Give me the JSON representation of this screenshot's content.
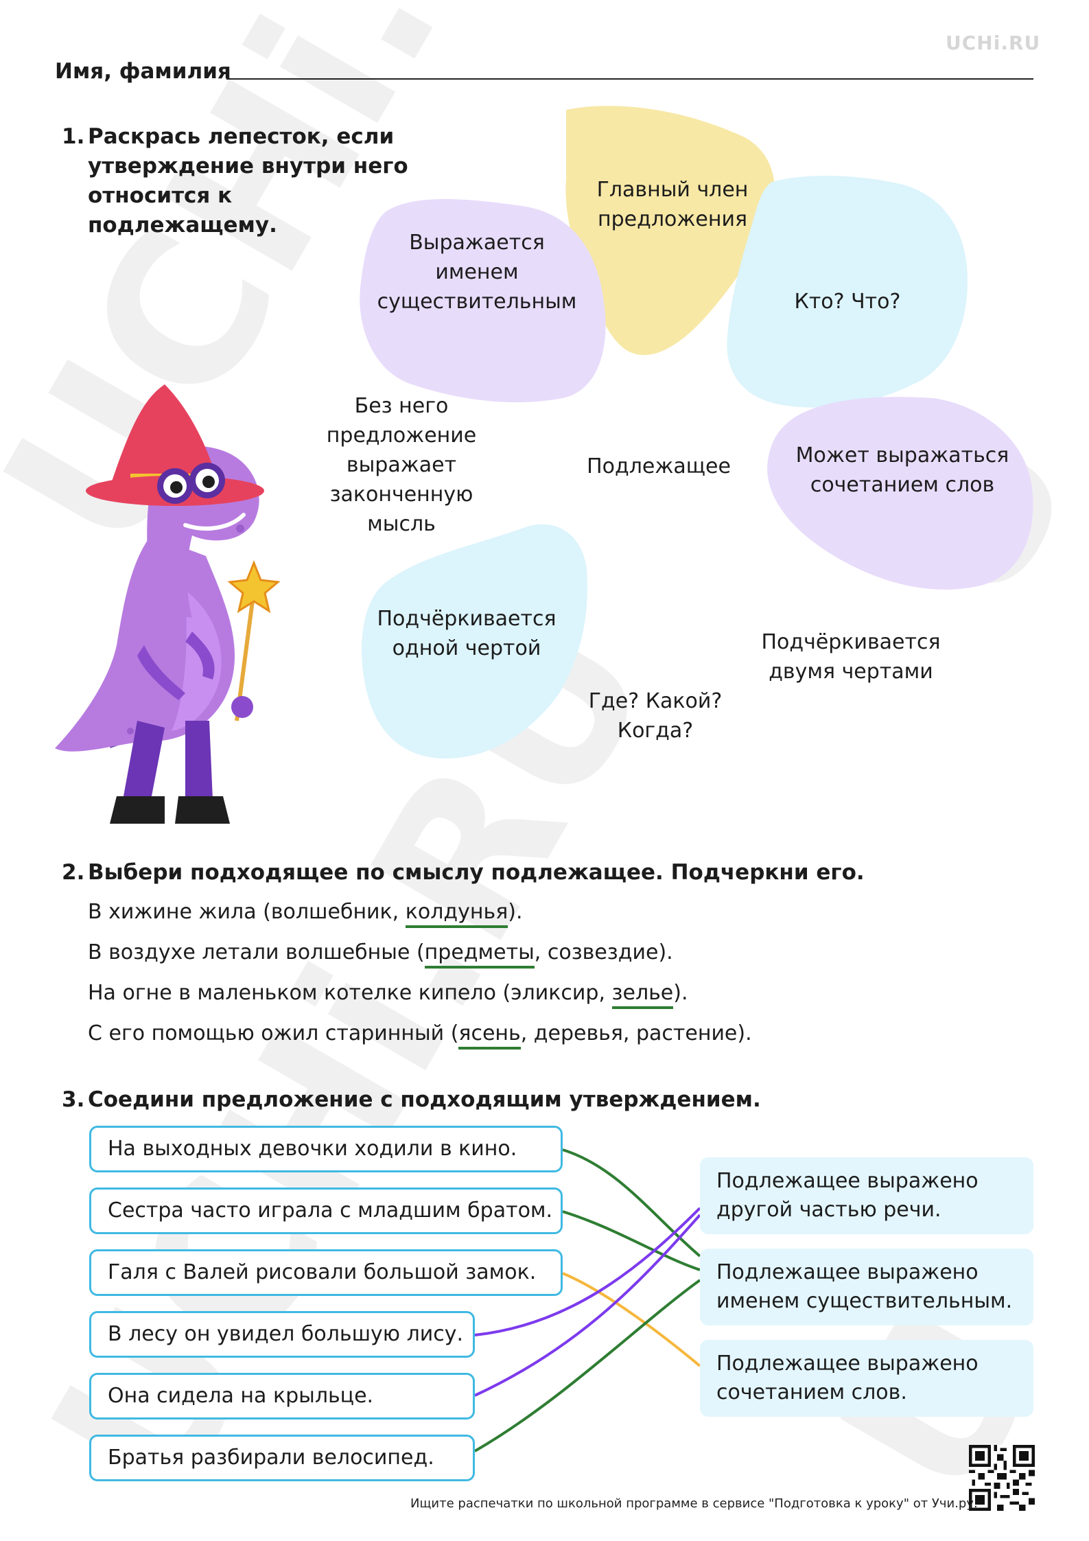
{
  "brand": {
    "logo": "UCHi.RU"
  },
  "header": {
    "name_label": "Имя, фамилия"
  },
  "task1": {
    "number": "1.",
    "lines": [
      "Раскрась лепесток, если",
      "утверждение внутри него",
      "относится к подлежащему."
    ],
    "center": "Подлежащее",
    "petals": [
      {
        "lines": [
          "Главный член",
          "предложения"
        ],
        "color": "#f7e8a6"
      },
      {
        "lines": [
          "Выражается",
          "именем",
          "существительным"
        ],
        "color": "#e8dcfb"
      },
      {
        "lines": [
          "Кто? Что?"
        ],
        "color": "#dcf4fc"
      },
      {
        "lines": [
          "Без него",
          "предложение",
          "выражает",
          "законченную",
          "мысль"
        ],
        "color": ""
      },
      {
        "lines": [
          "Может выражаться",
          "сочетанием слов"
        ],
        "color": "#e8dcfb"
      },
      {
        "lines": [
          "Подчёркивается",
          "одной чертой"
        ],
        "color": "#dcf4fc"
      },
      {
        "lines": [
          "Подчёркивается",
          "двумя чертами"
        ],
        "color": ""
      },
      {
        "lines": [
          "Где? Какой?",
          "Когда?"
        ],
        "color": ""
      }
    ]
  },
  "task2": {
    "number": "2.",
    "title": "Выбери подходящее по смыслу подлежащее. Подчеркни его.",
    "sentences": [
      {
        "pre": "В хижине жила (волшебник, ",
        "u": "колдунья",
        "post": ")."
      },
      {
        "pre": "В воздухе летали волшебные (",
        "u": "предметы",
        "post": ", созвездие)."
      },
      {
        "pre": "На огне в маленьком котелке кипело (эликсир, ",
        "u": "зелье",
        "post": ")."
      },
      {
        "pre": "С его помощью ожил старинный (",
        "u": "ясень",
        "post": ", деревья, растение)."
      }
    ],
    "underline_color": "#2e7d32"
  },
  "task3": {
    "number": "3.",
    "title": "Соедини предложение с подходящим утверждением.",
    "sentences": [
      "На выходных девочки ходили в кино.",
      "Сестра часто играла с младшим братом.",
      "Галя с Валей рисовали большой замок.",
      "В лесу он увидел большую лису.",
      "Она сидела на крыльце.",
      "Братья разбирали велосипед."
    ],
    "statements": [
      {
        "lines": [
          "Подлежащее выражено",
          "другой частью речи."
        ]
      },
      {
        "lines": [
          "Подлежащее выражено",
          "именем существительным."
        ]
      },
      {
        "lines": [
          "Подлежащее выражено",
          "сочетанием слов."
        ]
      }
    ],
    "colors": {
      "green": "#2e7d32",
      "purple": "#7c3aed",
      "orange": "#f6b73c",
      "border": "#3fb9e2"
    }
  },
  "footer": {
    "text": "Ищите распечатки по школьной программе в сервисе \"Подготовка к уроку\" от Учи.ру."
  }
}
